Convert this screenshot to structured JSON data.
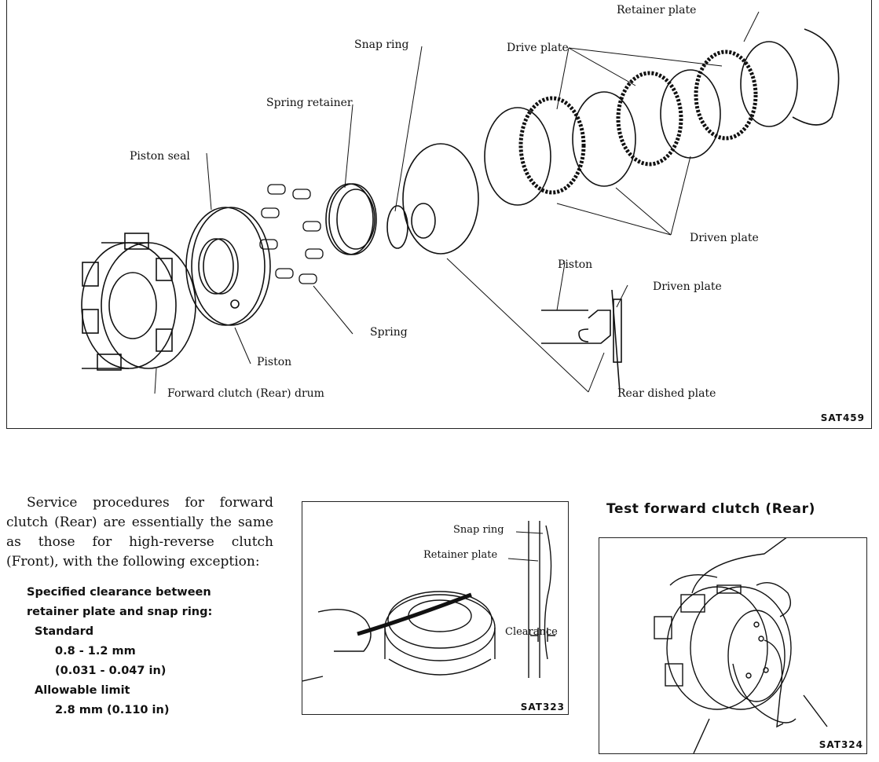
{
  "main_figure": {
    "code": "SAT459",
    "labels": {
      "retainer_plate": "Retainer plate",
      "snap_ring": "Snap ring",
      "drive_plate": "Drive plate",
      "spring_retainer": "Spring retainer",
      "piston_seal": "Piston seal",
      "driven_plate": "Driven plate",
      "piston_detail": "Piston",
      "driven_plate_detail": "Driven plate",
      "spring": "Spring",
      "piston": "Piston",
      "rear_dished_plate": "Rear dished plate",
      "drum": "Forward clutch (Rear) drum"
    }
  },
  "paragraph": {
    "lines": [
      "Service procedures for forward",
      "clutch (Rear) are essentially the same",
      "as those for high-reverse clutch",
      "(Front), with the following exception:"
    ]
  },
  "spec": {
    "title_line1": "Specified clearance between",
    "title_line2": "retainer plate and snap ring:",
    "standard_label": "Standard",
    "standard_mm": "0.8 - 1.2 mm",
    "standard_in": "(0.031 - 0.047 in)",
    "limit_label": "Allowable limit",
    "limit_value": "2.8 mm (0.110 in)"
  },
  "figure_323": {
    "code": "SAT323",
    "labels": {
      "snap_ring": "Snap ring",
      "retainer_plate": "Retainer plate",
      "clearance": "Clearance"
    }
  },
  "heading": {
    "text": "Test forward clutch (Rear)"
  },
  "figure_324": {
    "code": "SAT324"
  }
}
